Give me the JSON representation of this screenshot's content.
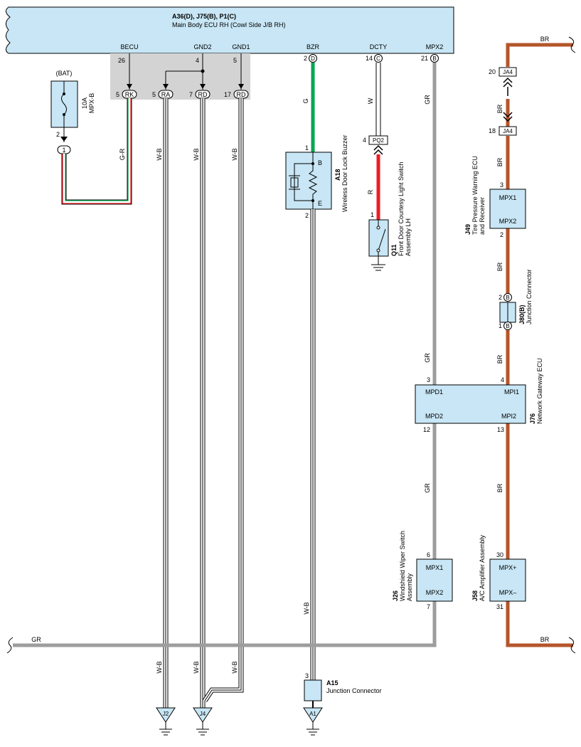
{
  "ecu": {
    "connectors": "A36(D), J75(B), P1(C)",
    "name": "Main Body ECU RH (Cowl Side J/B RH)",
    "terms": {
      "becu": {
        "label": "BECU",
        "pin": "26"
      },
      "gnd2": {
        "label": "GND2",
        "pin": "4"
      },
      "gnd1": {
        "label": "GND1",
        "pin": "5"
      },
      "bzr": {
        "label": "BZR",
        "pin": "2",
        "conn": "D"
      },
      "dcty": {
        "label": "DCTY",
        "pin": "14",
        "conn": "C"
      },
      "mpx2": {
        "label": "MPX2",
        "pin": "21",
        "conn": "B"
      }
    }
  },
  "jb_pins": {
    "rk": {
      "pin": "5",
      "conn": "RK"
    },
    "ra": {
      "pin": "5",
      "conn": "RA"
    },
    "rd7": {
      "pin": "7",
      "conn": "RD"
    },
    "rd17": {
      "pin": "17",
      "conn": "RD"
    }
  },
  "fuse": {
    "source": "(BAT)",
    "rating": "10A",
    "name": "MPX-B",
    "pin_top": "2",
    "conn": "1"
  },
  "wires": {
    "g_r": "G-R",
    "w_b": "W-B",
    "g": "G",
    "w": "W",
    "r": "R",
    "gr": "GR",
    "br": "BR"
  },
  "buzzer": {
    "code": "A18",
    "name": "Wireless Door Lock Buzzer",
    "pin_top": "1",
    "pin_bottom": "2",
    "term_b": "B",
    "term_e": "E"
  },
  "switch": {
    "code": "Q11",
    "name_line1": "Front Door Courtesy Light Switch",
    "name_line2": "Assembly LH",
    "pin": "1",
    "conn_pin": "4",
    "conn": "PQ2"
  },
  "ja4": {
    "conn": "JA4",
    "pin_top": "20",
    "pin_bottom": "18"
  },
  "tpms": {
    "code": "J49",
    "name_line1": "Tire Pressure Warning ECU",
    "name_line2": "and Receiver",
    "term1": "MPX1",
    "term2": "MPX2",
    "pin_top": "3",
    "pin_bottom": "2"
  },
  "j80": {
    "code": "J80(B)",
    "name": "Junction Connector",
    "pin_top": "2",
    "pin_bottom": "1",
    "conn": "B"
  },
  "gateway": {
    "code": "J76",
    "name": "Network Gateway ECU",
    "mpd1": "MPD1",
    "mpi1": "MPI1",
    "mpd2": "MPD2",
    "mpi2": "MPI2",
    "pin_mpd1": "3",
    "pin_mpi1": "4",
    "pin_mpd2": "12",
    "pin_mpi2": "13"
  },
  "wiper": {
    "code": "J26",
    "name_line1": "Windshield Wiper Switch",
    "name_line2": "Assembly",
    "term1": "MPX1",
    "term2": "MPX2",
    "pin_top": "6",
    "pin_bottom": "7"
  },
  "ac_amp": {
    "code": "J58",
    "name": "A/C Amplifier Assembly",
    "term1": "MPX+",
    "term2": "MPX–",
    "pin_top": "30",
    "pin_bottom": "31"
  },
  "a15": {
    "code": "A15",
    "name": "Junction Connector",
    "pin": "3"
  },
  "grounds": {
    "j2": "J2",
    "j4": "J4",
    "a1": "A1"
  },
  "colors": {
    "green": "#00a651",
    "red": "#ed1c24",
    "brown": "#b5552b",
    "gray": "#9d9d9d",
    "box_fill": "#c8e6f5",
    "jb_gray": "#d3d3d3"
  }
}
